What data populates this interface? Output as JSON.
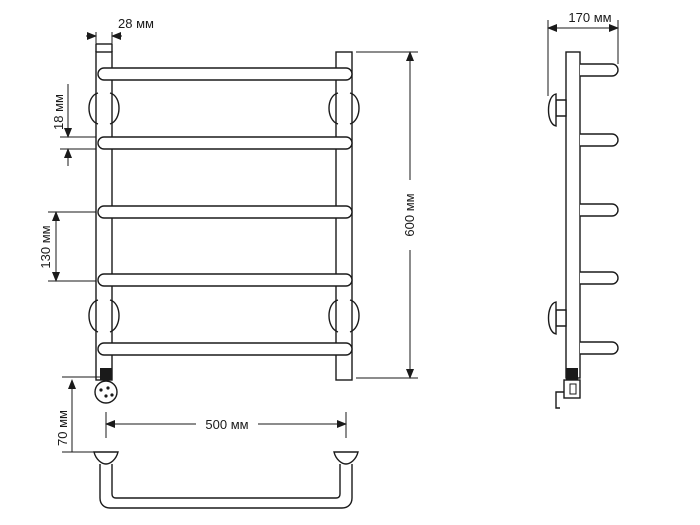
{
  "dimensions": {
    "bracket_width": "28 мм",
    "bar_height": "18 мм",
    "bar_spacing": "130 мм",
    "bottom_offset": "70 мм",
    "total_width": "500 мм",
    "total_height": "600 мм",
    "depth": "170 мм"
  },
  "colors": {
    "line": "#1a1a1a",
    "background": "#ffffff"
  }
}
